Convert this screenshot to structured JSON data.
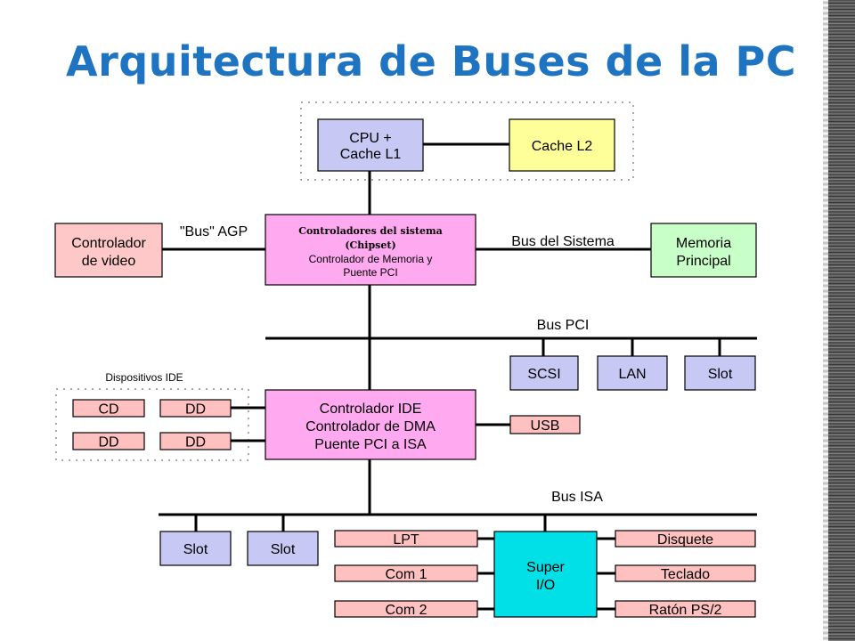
{
  "title": "Arquitectura de Buses de la PC",
  "colors": {
    "title": "#1f74c2",
    "lavender": "#c8c8f5",
    "yellow": "#ffff99",
    "pink": "#ffc8c8",
    "magenta": "#ffaaf0",
    "green": "#c8ffc8",
    "cyan": "#00e0e6",
    "salmon": "#ffc0c0"
  },
  "labels": {
    "bus_agp": "\"Bus\" AGP",
    "bus_sistema": "Bus del Sistema",
    "bus_pci": "Bus PCI",
    "bus_isa": "Bus ISA",
    "dispositivos_ide": "Dispositivos IDE"
  },
  "boxes": {
    "cpu": [
      "CPU +",
      "Cache L1"
    ],
    "cache_l2": [
      "Cache L2"
    ],
    "video": [
      "Controlador",
      "de video"
    ],
    "chipset": [
      "Controladores del sistema",
      "(Chipset)",
      "Controlador de Memoria y",
      "Puente PCI"
    ],
    "memoria": [
      "Memoria",
      "Principal"
    ],
    "scsi": [
      "SCSI"
    ],
    "lan": [
      "LAN"
    ],
    "slot_pci": [
      "Slot"
    ],
    "ide_ctrl": [
      "Controlador IDE",
      "Controlador de DMA",
      "Puente PCI a ISA"
    ],
    "usb": [
      "USB"
    ],
    "cd": [
      "CD"
    ],
    "dd1": [
      "DD"
    ],
    "dd2": [
      "DD"
    ],
    "dd3": [
      "DD"
    ],
    "slot_isa1": [
      "Slot"
    ],
    "slot_isa2": [
      "Slot"
    ],
    "lpt": [
      "LPT"
    ],
    "com1": [
      "Com 1"
    ],
    "com2": [
      "Com 2"
    ],
    "super_io": [
      "Super",
      "I/O"
    ],
    "disquete": [
      "Disquete"
    ],
    "teclado": [
      "Teclado"
    ],
    "raton": [
      "Ratón PS/2"
    ]
  }
}
